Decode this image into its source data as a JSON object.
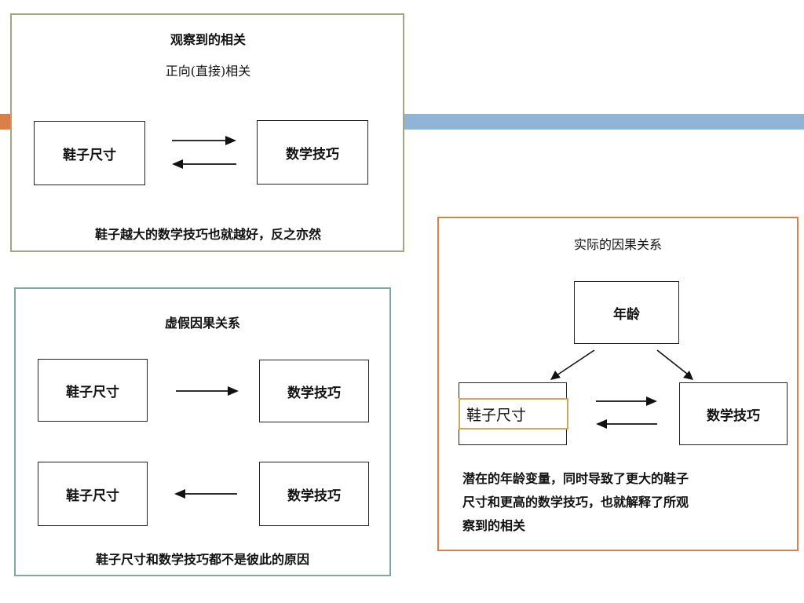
{
  "panel_observed": {
    "title": "观察到的相关",
    "subtitle": "正向(直接)相关",
    "left_box": "鞋子尺寸",
    "right_box": "数学技巧",
    "caption": "鞋子越大的数学技巧也就越好，反之亦然"
  },
  "panel_spurious": {
    "title": "虚假因果关系",
    "row1_left": "鞋子尺寸",
    "row1_right": "数学技巧",
    "row2_left": "鞋子尺寸",
    "row2_right": "数学技巧",
    "caption": "鞋子尺寸和数学技巧都不是彼此的原因"
  },
  "panel_actual": {
    "title": "实际的因果关系",
    "top_box": "年龄",
    "left_box": "鞋子尺寸",
    "right_box": "数学技巧",
    "caption_lines": [
      "潜在的年龄变量，同时导致了更大的鞋子",
      "尺寸和更高的数学技巧，也就解释了所观",
      "察到的相关"
    ]
  },
  "colors": {
    "panel1_border": "#a3a882",
    "panel2_border": "#7fa8a2",
    "panel3_border": "#d28250",
    "accent_orange": "#d9804a",
    "accent_blue": "#8fb4d6",
    "highlight_border": "#d1a84e"
  }
}
